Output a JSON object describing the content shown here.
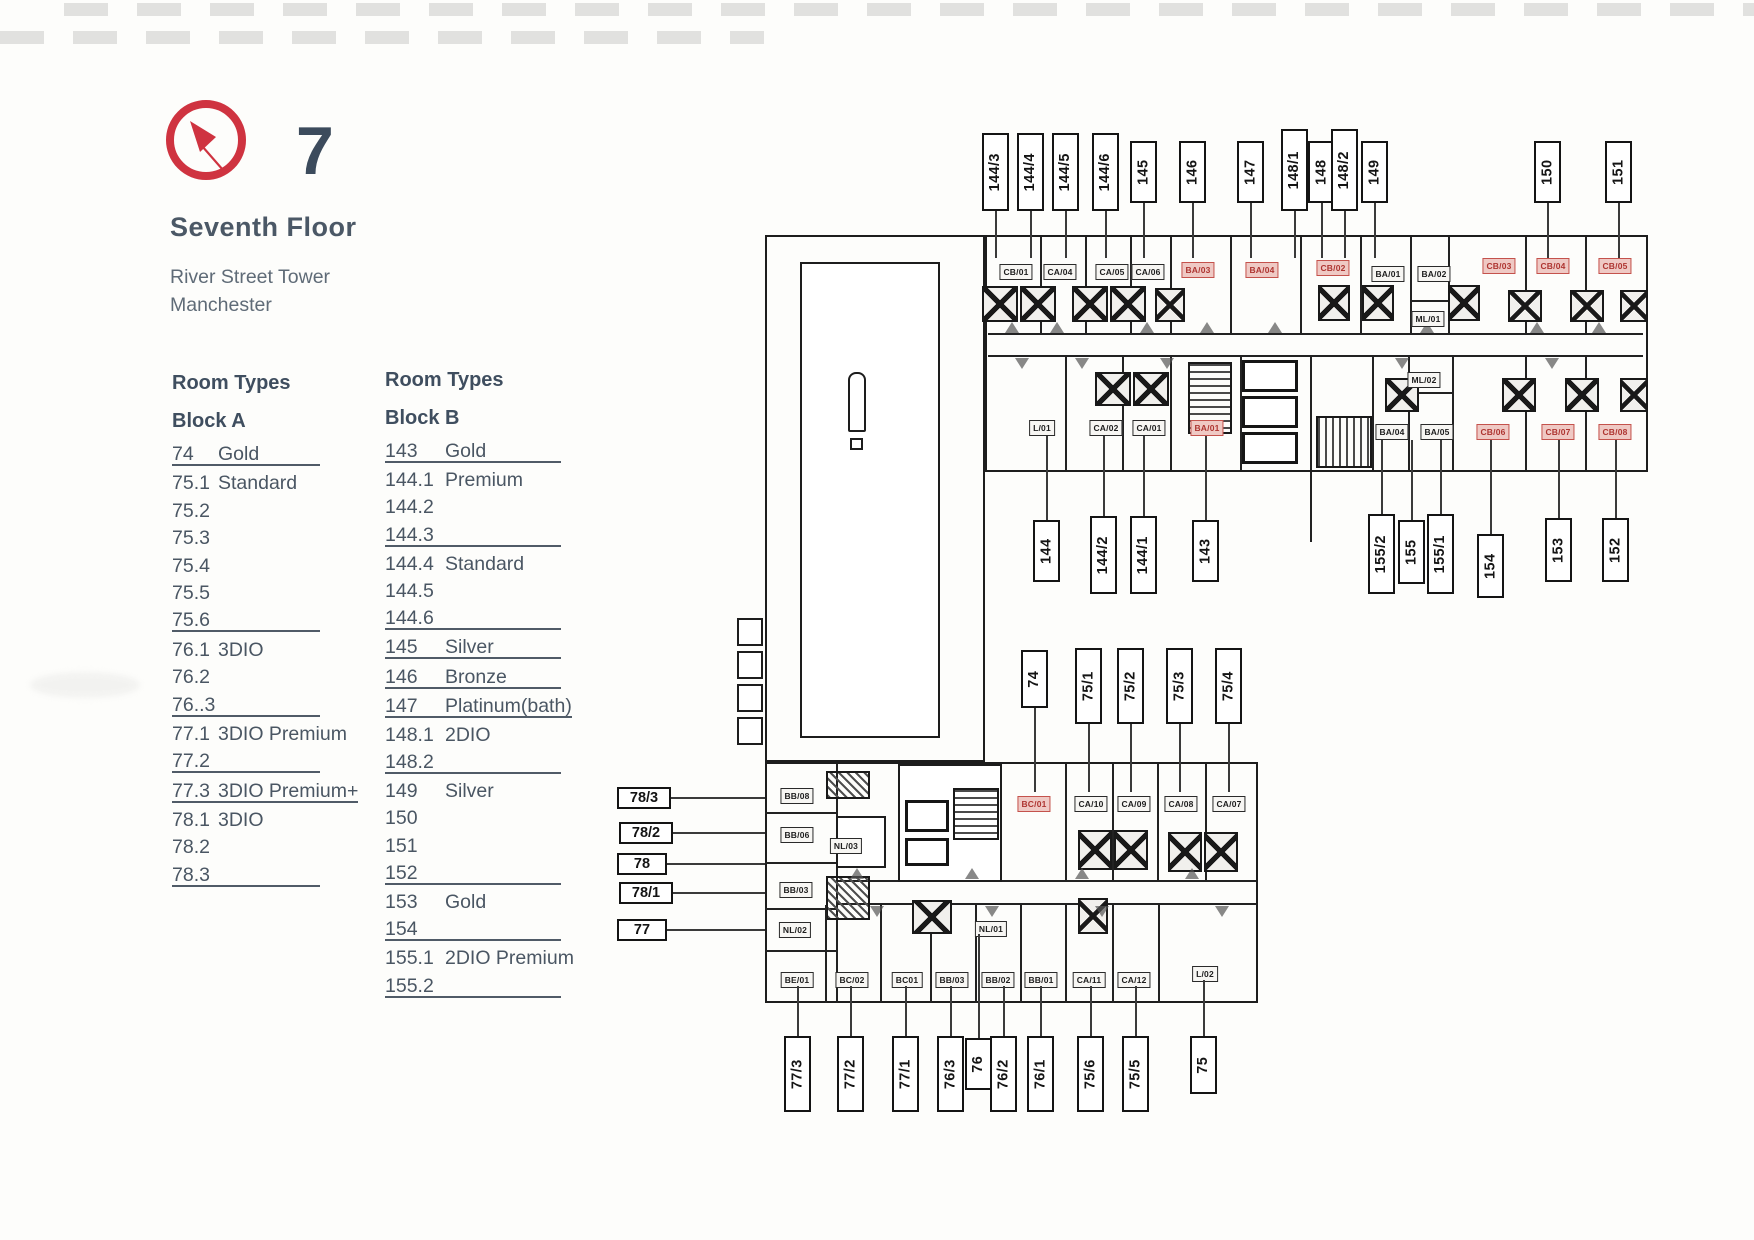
{
  "header": {
    "floor_number": "7",
    "title": "Seventh Floor",
    "subtitle_line1": "River Street Tower",
    "subtitle_line2": "Manchester"
  },
  "room_types_a": {
    "heading": "Room Types",
    "block": "Block A",
    "items": [
      {
        "n": "74",
        "t": "Gold"
      },
      {
        "n": "75.1",
        "t": "Standard"
      },
      {
        "n": "75.2",
        "t": ""
      },
      {
        "n": "75.3",
        "t": ""
      },
      {
        "n": "75.4",
        "t": ""
      },
      {
        "n": "75.5",
        "t": ""
      },
      {
        "n": "75.6",
        "t": ""
      },
      {
        "n": "76.1",
        "t": "3DIO"
      },
      {
        "n": "76.2",
        "t": ""
      },
      {
        "n": "76..3",
        "t": ""
      },
      {
        "n": "77.1",
        "t": "3DIO Premium"
      },
      {
        "n": "77.2",
        "t": ""
      },
      {
        "n": "77.3",
        "t": "3DIO Premium+"
      },
      {
        "n": "78.1",
        "t": "3DIO"
      },
      {
        "n": "78.2",
        "t": ""
      },
      {
        "n": "78.3",
        "t": ""
      }
    ]
  },
  "room_types_b": {
    "heading": "Room Types",
    "block": "Block B",
    "items": [
      {
        "n": "143",
        "t": "Gold"
      },
      {
        "n": "144.1",
        "t": "Premium"
      },
      {
        "n": "144.2",
        "t": ""
      },
      {
        "n": "144.3",
        "t": ""
      },
      {
        "n": "144.4",
        "t": "Standard"
      },
      {
        "n": "144.5",
        "t": ""
      },
      {
        "n": "144.6",
        "t": ""
      },
      {
        "n": "145",
        "t": "Silver"
      },
      {
        "n": "146",
        "t": "Bronze"
      },
      {
        "n": "147",
        "t": "Platinum(bath)"
      },
      {
        "n": "148.1",
        "t": "2DIO"
      },
      {
        "n": "148.2",
        "t": ""
      },
      {
        "n": "149",
        "t": "Silver"
      },
      {
        "n": "150",
        "t": ""
      },
      {
        "n": "151",
        "t": ""
      },
      {
        "n": "152",
        "t": ""
      },
      {
        "n": "153",
        "t": "Gold"
      },
      {
        "n": "154",
        "t": ""
      },
      {
        "n": "155.1",
        "t": "2DIO Premium"
      },
      {
        "n": "155.2",
        "t": ""
      }
    ]
  },
  "plan": {
    "callouts": [
      "78/3",
      "78/2",
      "78",
      "78/1",
      "77"
    ],
    "top_labels": [
      "144/3",
      "144/4",
      "144/5",
      "144/6",
      "145",
      "146",
      "147",
      "148/1",
      "148",
      "148/2",
      "149",
      "150",
      "151"
    ],
    "mid_labels": [
      "144",
      "144/2",
      "144/1",
      "143"
    ],
    "right_labels": [
      "155/2",
      "155",
      "155/1",
      "154",
      "153",
      "152"
    ],
    "block_a_top_labels": [
      "74",
      "75/1",
      "75/2",
      "75/3",
      "75/4"
    ],
    "block_a_bottom_labels": [
      "77/3",
      "77/2",
      "77/1",
      "76/3",
      "76",
      "76/2",
      "76/1",
      "75/6",
      "75/5",
      "75"
    ],
    "tags": [
      {
        "t": "CB/01"
      },
      {
        "t": "CA/04"
      },
      {
        "t": "CA/05"
      },
      {
        "t": "CA/06"
      },
      {
        "t": "BA/03"
      },
      {
        "t": "BA/04"
      },
      {
        "t": "CB/02"
      },
      {
        "t": "BA/01"
      },
      {
        "t": "BA/02"
      },
      {
        "t": "ML/01"
      },
      {
        "t": "CB/03"
      },
      {
        "t": "CB/04"
      },
      {
        "t": "CB/05"
      },
      {
        "t": "L/01"
      },
      {
        "t": "CA/02"
      },
      {
        "t": "CA/01"
      },
      {
        "t": "BA/01"
      },
      {
        "t": "ML/02"
      },
      {
        "t": "BA/04"
      },
      {
        "t": "BA/05"
      },
      {
        "t": "CB/06"
      },
      {
        "t": "CB/07"
      },
      {
        "t": "CB/08"
      },
      {
        "t": "BC/01"
      },
      {
        "t": "CA/10"
      },
      {
        "t": "CA/09"
      },
      {
        "t": "CA/08"
      },
      {
        "t": "CA/07"
      },
      {
        "t": "BB/08"
      },
      {
        "t": "BB/06"
      },
      {
        "t": "NL/03"
      },
      {
        "t": "BB/03"
      },
      {
        "t": "NL/02"
      },
      {
        "t": "NL/01"
      },
      {
        "t": "BE/01"
      },
      {
        "t": "BC/02"
      },
      {
        "t": "BC01"
      },
      {
        "t": "BB/03"
      },
      {
        "t": "BB/02"
      },
      {
        "t": "BB/01"
      },
      {
        "t": "CA/11"
      },
      {
        "t": "CA/12"
      },
      {
        "t": "L/02"
      }
    ]
  },
  "colors": {
    "accent_red": "#cf3340",
    "navy": "#3c4b5c",
    "tag_red": "#ae3531"
  }
}
